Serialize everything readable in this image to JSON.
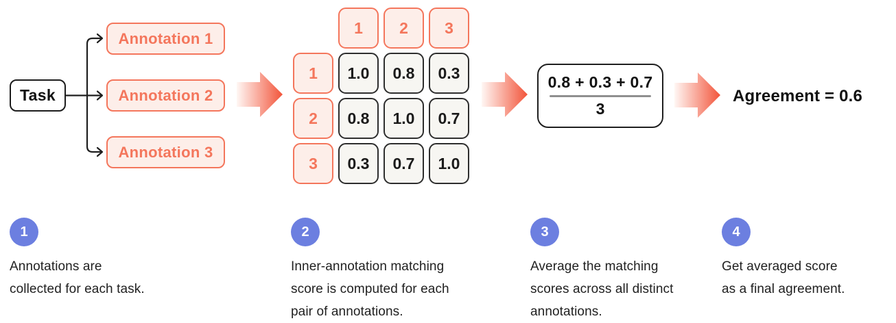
{
  "diagram": {
    "task_label": "Task",
    "annotations": [
      "Annotation 1",
      "Annotation 2",
      "Annotation 3"
    ],
    "matrix": {
      "col_headers": [
        "1",
        "2",
        "3"
      ],
      "row_headers": [
        "1",
        "2",
        "3"
      ],
      "rows": [
        [
          "1.0",
          "0.8",
          "0.3"
        ],
        [
          "0.8",
          "1.0",
          "0.7"
        ],
        [
          "0.3",
          "0.7",
          "1.0"
        ]
      ]
    },
    "formula": {
      "numerator": "0.8 + 0.3 + 0.7",
      "denominator": "3"
    },
    "result_label": "Agreement = 0.6"
  },
  "steps": [
    {
      "number": "1",
      "lines": [
        "Annotations are",
        "collected for each task."
      ]
    },
    {
      "number": "2",
      "lines": [
        "Inner-annotation matching",
        "score is computed for each",
        "pair of annotations."
      ]
    },
    {
      "number": "3",
      "lines": [
        "Average the matching",
        "scores across all distinct",
        "annotations."
      ]
    },
    {
      "number": "4",
      "lines": [
        "Get averaged score",
        "as a final agreement."
      ]
    }
  ],
  "colors": {
    "coral": "#f4765c",
    "coral_fill": "#fdeee9",
    "arrow_gradient_start": "#fff7f4",
    "arrow_gradient_end": "#f2543a",
    "cell_fill": "#f7f6f2",
    "cell_border": "#2e2e2e",
    "step_badge_blue": "#6c7fe0",
    "text_dark": "#1f1f1f"
  }
}
